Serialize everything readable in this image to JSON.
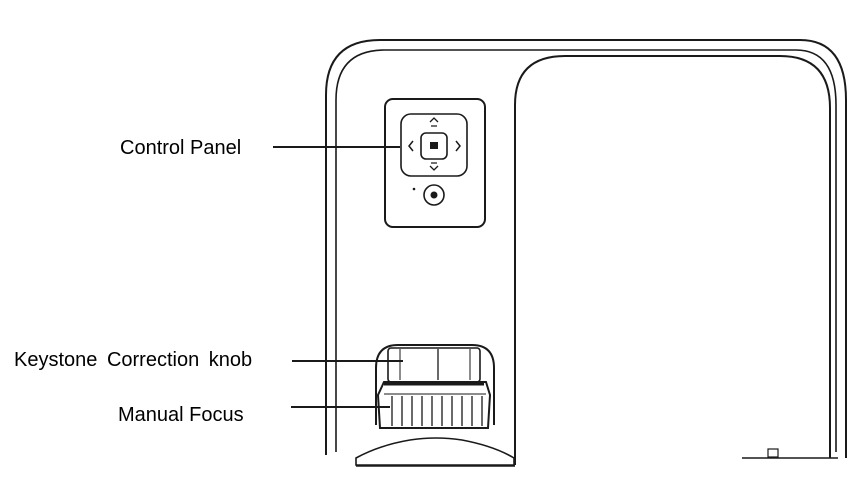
{
  "labels": {
    "control_panel": "Control Panel",
    "keystone_knob": "Keystone  Correction  knob",
    "manual_focus": "Manual Focus"
  },
  "colors": {
    "outline": "#1a1a1a",
    "background": "#ffffff"
  },
  "icons": [
    "menu-up-icon",
    "menu-down-icon",
    "arrow-left-icon",
    "arrow-right-icon",
    "ok-square-icon",
    "power-button-icon"
  ]
}
